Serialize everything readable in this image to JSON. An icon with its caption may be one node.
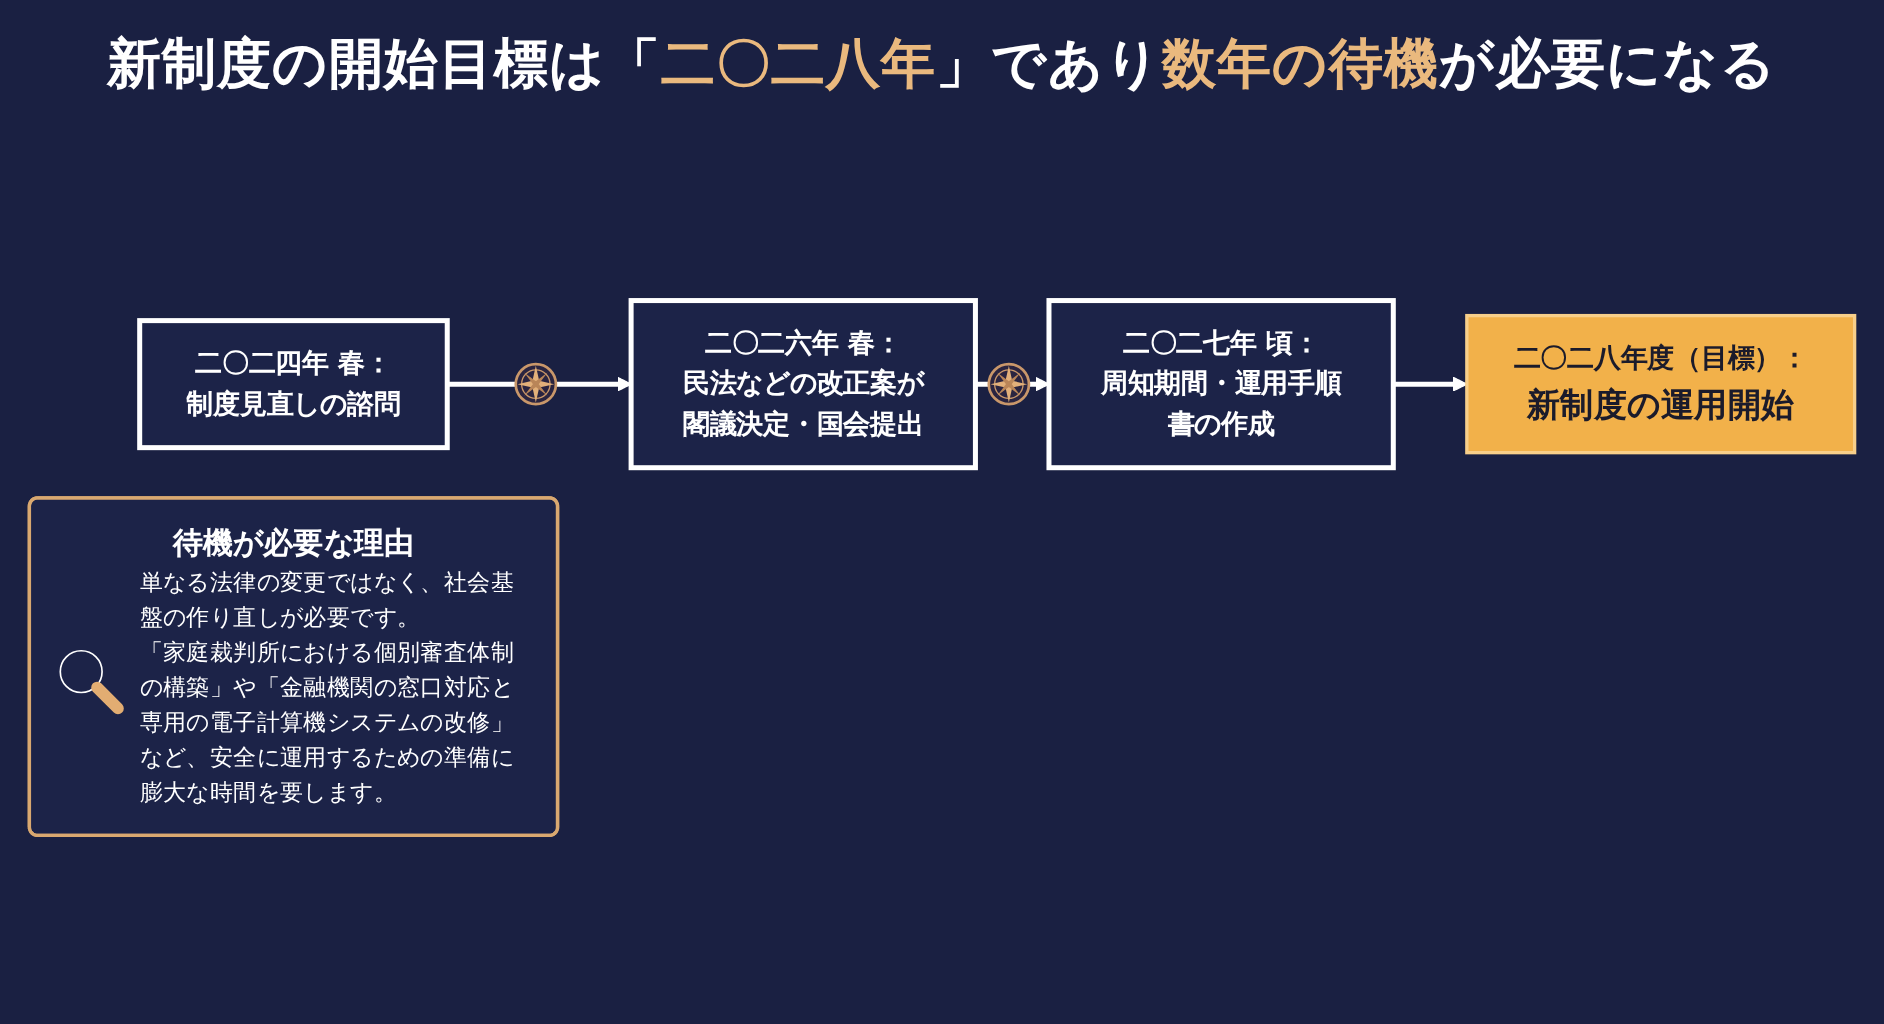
{
  "diagram": {
    "title": "新制度の開始目標は「**二〇二八年**」であり**数年の待機**が必要になる",
    "nodes": [
      {
        "text": [
          "二〇二四年 春：",
          "制度見直しの諮問"
        ]
      },
      {
        "text": [
          "二〇二六年 春：",
          "民法などの改正案が閣議決定・国会提出"
        ]
      },
      {
        "text": [
          "二〇二七年 頃：",
          "周知期間・運用手順書の作成"
        ]
      },
      {
        "text": [
          "二〇二八年度（目標）：",
          "新制度の運用開始"
        ]
      },
      {
        "text": [
          "待機が必要な理由",
          "単なる法律の変更ではなく、社会基盤の作り直しが必要です。",
          "「家庭裁判所における個別審査体制の構築」や「金融機関の窓口対応と専用の電子計算機システムの改修」など、安全に運用するための準備に膨大な時間を要します。"
        ]
      }
    ],
    "edges": [
      {
        "from": 0,
        "to": 1,
        "arrow": "to"
      },
      {
        "from": 1,
        "to": 2,
        "arrow": "to"
      },
      {
        "from": 2,
        "to": 3,
        "arrow": "to"
      }
    ]
  }
}
